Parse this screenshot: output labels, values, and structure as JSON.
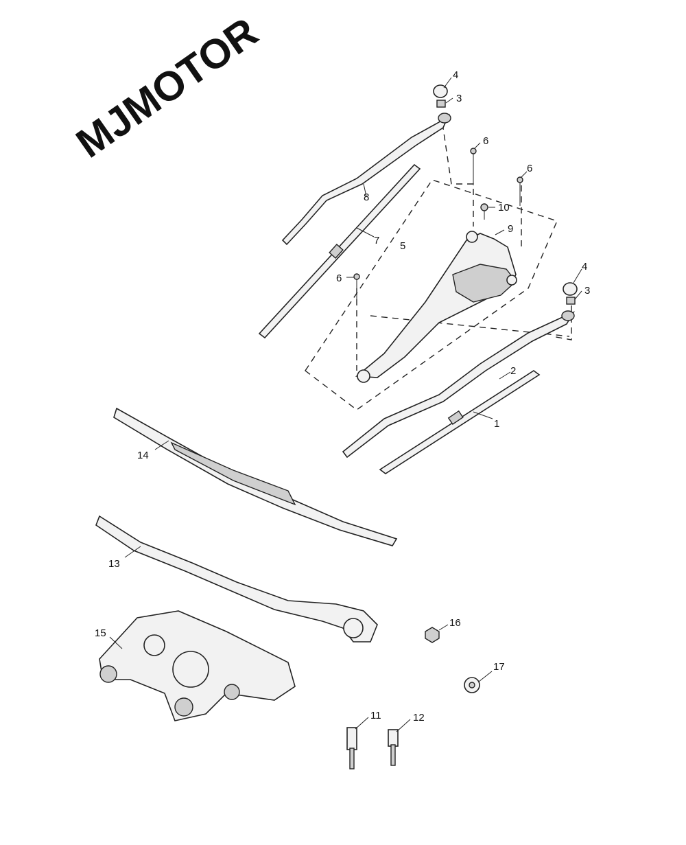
{
  "brand": {
    "logo_text": "MJMOTOR"
  },
  "callouts": [
    {
      "id": "c1",
      "text": "1"
    },
    {
      "id": "c2",
      "text": "2"
    },
    {
      "id": "c3a",
      "text": "3"
    },
    {
      "id": "c3b",
      "text": "3"
    },
    {
      "id": "c4a",
      "text": "4"
    },
    {
      "id": "c4b",
      "text": "4"
    },
    {
      "id": "c5",
      "text": "5"
    },
    {
      "id": "c6a",
      "text": "6"
    },
    {
      "id": "c6b",
      "text": "6"
    },
    {
      "id": "c6c",
      "text": "6"
    },
    {
      "id": "c7",
      "text": "7"
    },
    {
      "id": "c8",
      "text": "8"
    },
    {
      "id": "c9",
      "text": "9"
    },
    {
      "id": "c10",
      "text": "10"
    },
    {
      "id": "c11",
      "text": "11"
    },
    {
      "id": "c12",
      "text": "12"
    },
    {
      "id": "c13",
      "text": "13"
    },
    {
      "id": "c14",
      "text": "14"
    },
    {
      "id": "c15",
      "text": "15"
    },
    {
      "id": "c16",
      "text": "16"
    },
    {
      "id": "c17",
      "text": "17"
    }
  ]
}
